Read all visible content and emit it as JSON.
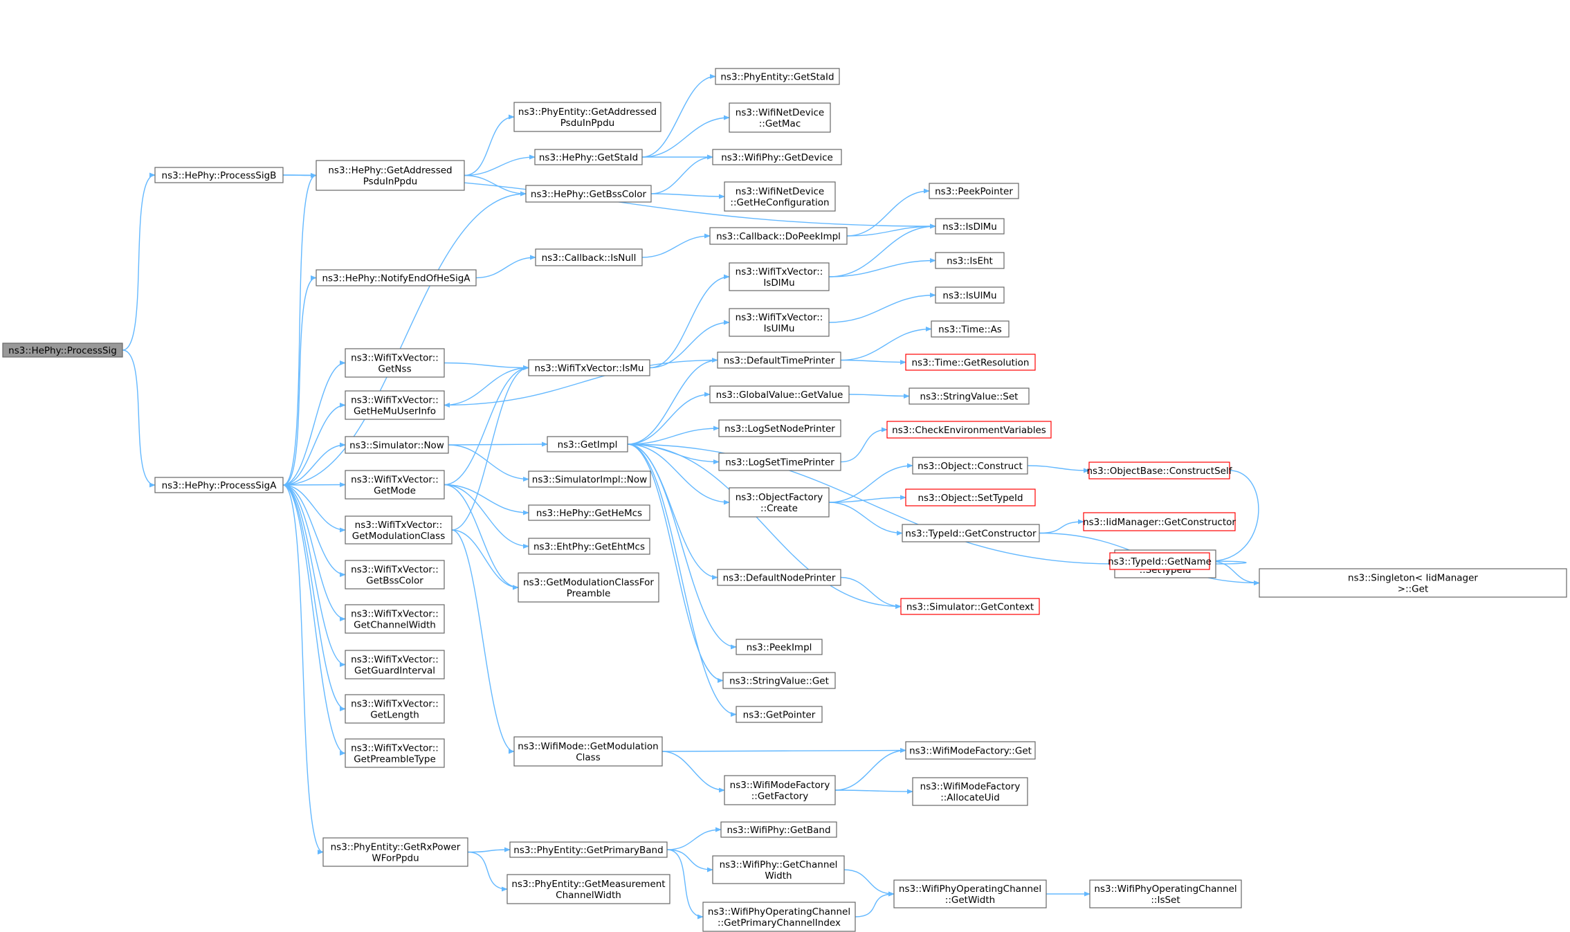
{
  "colors": {
    "edge": "#63b8ff",
    "node_border": "#666666",
    "node_fill": "#ffffff",
    "root_fill": "#999999",
    "root_border": "#666666",
    "truncated_border": "#ff0000"
  },
  "nodes": [
    {
      "id": "processSig",
      "lines": [
        "ns3::HePhy::ProcessSig"
      ],
      "kind": "root"
    },
    {
      "id": "processSigB",
      "lines": [
        "ns3::HePhy::ProcessSigB"
      ]
    },
    {
      "id": "processSigA",
      "lines": [
        "ns3::HePhy::ProcessSigA"
      ]
    },
    {
      "id": "hpGetAddressed",
      "lines": [
        "ns3::HePhy::GetAddressed",
        "PsduInPpdu"
      ]
    },
    {
      "id": "notifyEndSigA",
      "lines": [
        "ns3::HePhy::NotifyEndOfHeSigA"
      ]
    },
    {
      "id": "txGetNss",
      "lines": [
        "ns3::WifiTxVector::",
        "GetNss"
      ]
    },
    {
      "id": "txGetHeMuUserInfo",
      "lines": [
        "ns3::WifiTxVector::",
        "GetHeMuUserInfo"
      ]
    },
    {
      "id": "simNow",
      "lines": [
        "ns3::Simulator::Now"
      ]
    },
    {
      "id": "txGetMode",
      "lines": [
        "ns3::WifiTxVector::",
        "GetMode"
      ]
    },
    {
      "id": "txGetModClass",
      "lines": [
        "ns3::WifiTxVector::",
        "GetModulationClass"
      ]
    },
    {
      "id": "txGetBssColor",
      "lines": [
        "ns3::WifiTxVector::",
        "GetBssColor"
      ]
    },
    {
      "id": "txGetChannelWidth",
      "lines": [
        "ns3::WifiTxVector::",
        "GetChannelWidth"
      ]
    },
    {
      "id": "txGetGuardInterval",
      "lines": [
        "ns3::WifiTxVector::",
        "GetGuardInterval"
      ]
    },
    {
      "id": "txGetLength",
      "lines": [
        "ns3::WifiTxVector::",
        "GetLength"
      ]
    },
    {
      "id": "txGetPreambleType",
      "lines": [
        "ns3::WifiTxVector::",
        "GetPreambleType"
      ]
    },
    {
      "id": "peGetRxPower",
      "lines": [
        "ns3::PhyEntity::GetRxPower",
        "WForPpdu"
      ]
    },
    {
      "id": "peGetAddressed",
      "lines": [
        "ns3::PhyEntity::GetAddressed",
        "PsduInPpdu"
      ]
    },
    {
      "id": "hpGetStaId",
      "lines": [
        "ns3::HePhy::GetStaId"
      ]
    },
    {
      "id": "hpGetBssColor",
      "lines": [
        "ns3::HePhy::GetBssColor"
      ]
    },
    {
      "id": "cbIsNull",
      "lines": [
        "ns3::Callback::IsNull"
      ]
    },
    {
      "id": "txIsMu",
      "lines": [
        "ns3::WifiTxVector::IsMu"
      ]
    },
    {
      "id": "getImpl",
      "lines": [
        "ns3::GetImpl"
      ]
    },
    {
      "id": "simImplNow",
      "lines": [
        "ns3::SimulatorImpl::Now"
      ]
    },
    {
      "id": "hpGetHeMcs",
      "lines": [
        "ns3::HePhy::GetHeMcs"
      ]
    },
    {
      "id": "ehtGetEhtMcs",
      "lines": [
        "ns3::EhtPhy::GetEhtMcs"
      ]
    },
    {
      "id": "getModClassForPreamble",
      "lines": [
        "ns3::GetModulationClassFor",
        "Preamble"
      ]
    },
    {
      "id": "wmGetModClass",
      "lines": [
        "ns3::WifiMode::GetModulation",
        "Class"
      ]
    },
    {
      "id": "peGetPrimaryBand",
      "lines": [
        "ns3::PhyEntity::GetPrimaryBand"
      ]
    },
    {
      "id": "peGetMeasurement",
      "lines": [
        "ns3::PhyEntity::GetMeasurement",
        "ChannelWidth"
      ]
    },
    {
      "id": "peGetStaId",
      "lines": [
        "ns3::PhyEntity::GetStaId"
      ]
    },
    {
      "id": "ndGetMac",
      "lines": [
        "ns3::WifiNetDevice",
        "::GetMac"
      ]
    },
    {
      "id": "wpGetDevice",
      "lines": [
        "ns3::WifiPhy::GetDevice"
      ]
    },
    {
      "id": "ndGetHeConfig",
      "lines": [
        "ns3::WifiNetDevice",
        "::GetHeConfiguration"
      ]
    },
    {
      "id": "cbDoPeekImpl",
      "lines": [
        "ns3::Callback::DoPeekImpl"
      ]
    },
    {
      "id": "txIsDlMu",
      "lines": [
        "ns3::WifiTxVector::",
        "IsDlMu"
      ]
    },
    {
      "id": "txIsUlMu",
      "lines": [
        "ns3::WifiTxVector::",
        "IsUlMu"
      ]
    },
    {
      "id": "defTimePrinter",
      "lines": [
        "ns3::DefaultTimePrinter"
      ]
    },
    {
      "id": "gvGetValue",
      "lines": [
        "ns3::GlobalValue::GetValue"
      ]
    },
    {
      "id": "logSetNodePrinter",
      "lines": [
        "ns3::LogSetNodePrinter"
      ]
    },
    {
      "id": "logSetTimePrinter",
      "lines": [
        "ns3::LogSetTimePrinter"
      ]
    },
    {
      "id": "ofCreate",
      "lines": [
        "ns3::ObjectFactory",
        "::Create"
      ]
    },
    {
      "id": "defNodePrinter",
      "lines": [
        "ns3::DefaultNodePrinter"
      ]
    },
    {
      "id": "peekImpl",
      "lines": [
        "ns3::PeekImpl"
      ]
    },
    {
      "id": "svGet",
      "lines": [
        "ns3::StringValue::Get"
      ]
    },
    {
      "id": "getPointer",
      "lines": [
        "ns3::GetPointer"
      ]
    },
    {
      "id": "wpGetBand",
      "lines": [
        "ns3::WifiPhy::GetBand"
      ]
    },
    {
      "id": "wpGetChannelWidth",
      "lines": [
        "ns3::WifiPhy::GetChannel",
        "Width"
      ]
    },
    {
      "id": "wpocGetPrimaryIdx",
      "lines": [
        "ns3::WifiPhyOperatingChannel",
        "::GetPrimaryChannelIndex"
      ]
    },
    {
      "id": "wmfGetFactory",
      "lines": [
        "ns3::WifiModeFactory",
        "::GetFactory"
      ]
    },
    {
      "id": "peekPointer",
      "lines": [
        "ns3::PeekPointer"
      ]
    },
    {
      "id": "isDlMu",
      "lines": [
        "ns3::IsDlMu"
      ]
    },
    {
      "id": "isEht",
      "lines": [
        "ns3::IsEht"
      ]
    },
    {
      "id": "isUlMu",
      "lines": [
        "ns3::IsUlMu"
      ]
    },
    {
      "id": "timeAs",
      "lines": [
        "ns3::Time::As"
      ]
    },
    {
      "id": "timeGetRes",
      "lines": [
        "ns3::Time::GetResolution"
      ],
      "truncated": true
    },
    {
      "id": "svSet",
      "lines": [
        "ns3::StringValue::Set"
      ]
    },
    {
      "id": "checkEnv",
      "lines": [
        "ns3::CheckEnvironmentVariables"
      ],
      "truncated": true
    },
    {
      "id": "objConstruct",
      "lines": [
        "ns3::Object::Construct"
      ]
    },
    {
      "id": "objSetTypeId",
      "lines": [
        "ns3::Object::SetTypeId"
      ],
      "truncated": true
    },
    {
      "id": "tidGetConstructor",
      "lines": [
        "ns3::TypeId::GetConstructor"
      ]
    },
    {
      "id": "ofSetTypeId",
      "lines": [
        "ns3::ObjectFactory",
        "::SetTypeId"
      ]
    },
    {
      "id": "simGetContext",
      "lines": [
        "ns3::Simulator::GetContext"
      ],
      "truncated": true
    },
    {
      "id": "wmfGet",
      "lines": [
        "ns3::WifiModeFactory::Get"
      ]
    },
    {
      "id": "wmfAllocateUid",
      "lines": [
        "ns3::WifiModeFactory",
        "::AllocateUid"
      ]
    },
    {
      "id": "wpocGetWidth",
      "lines": [
        "ns3::WifiPhyOperatingChannel",
        "::GetWidth"
      ]
    },
    {
      "id": "objBaseConstructSelf",
      "lines": [
        "ns3::ObjectBase::ConstructSelf"
      ],
      "truncated": true
    },
    {
      "id": "iidGetConstructor",
      "lines": [
        "ns3::IidManager::GetConstructor"
      ],
      "truncated": true
    },
    {
      "id": "tidGetName",
      "lines": [
        "ns3::TypeId::GetName"
      ],
      "truncated": true
    },
    {
      "id": "singletonGet",
      "lines": [
        "ns3::Singleton< IidManager",
        ">::Get"
      ]
    },
    {
      "id": "wpocIsSet",
      "lines": [
        "ns3::WifiPhyOperatingChannel",
        "::IsSet"
      ]
    }
  ]
}
